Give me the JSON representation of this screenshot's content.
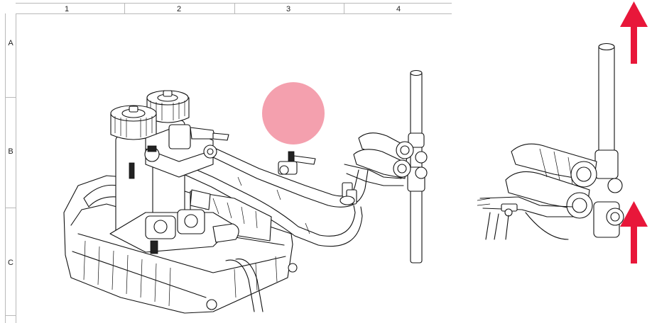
{
  "grid": {
    "columns": [
      "1",
      "2",
      "3",
      "4"
    ],
    "rows": [
      "A",
      "B",
      "C"
    ]
  },
  "colors": {
    "marker": "#f4a0ae",
    "arrow": "#e8173a",
    "frame": "#b9b9b9",
    "ink": "#111111"
  },
  "annotations": {
    "marker_shape": "circle",
    "arrow_direction": "up"
  }
}
